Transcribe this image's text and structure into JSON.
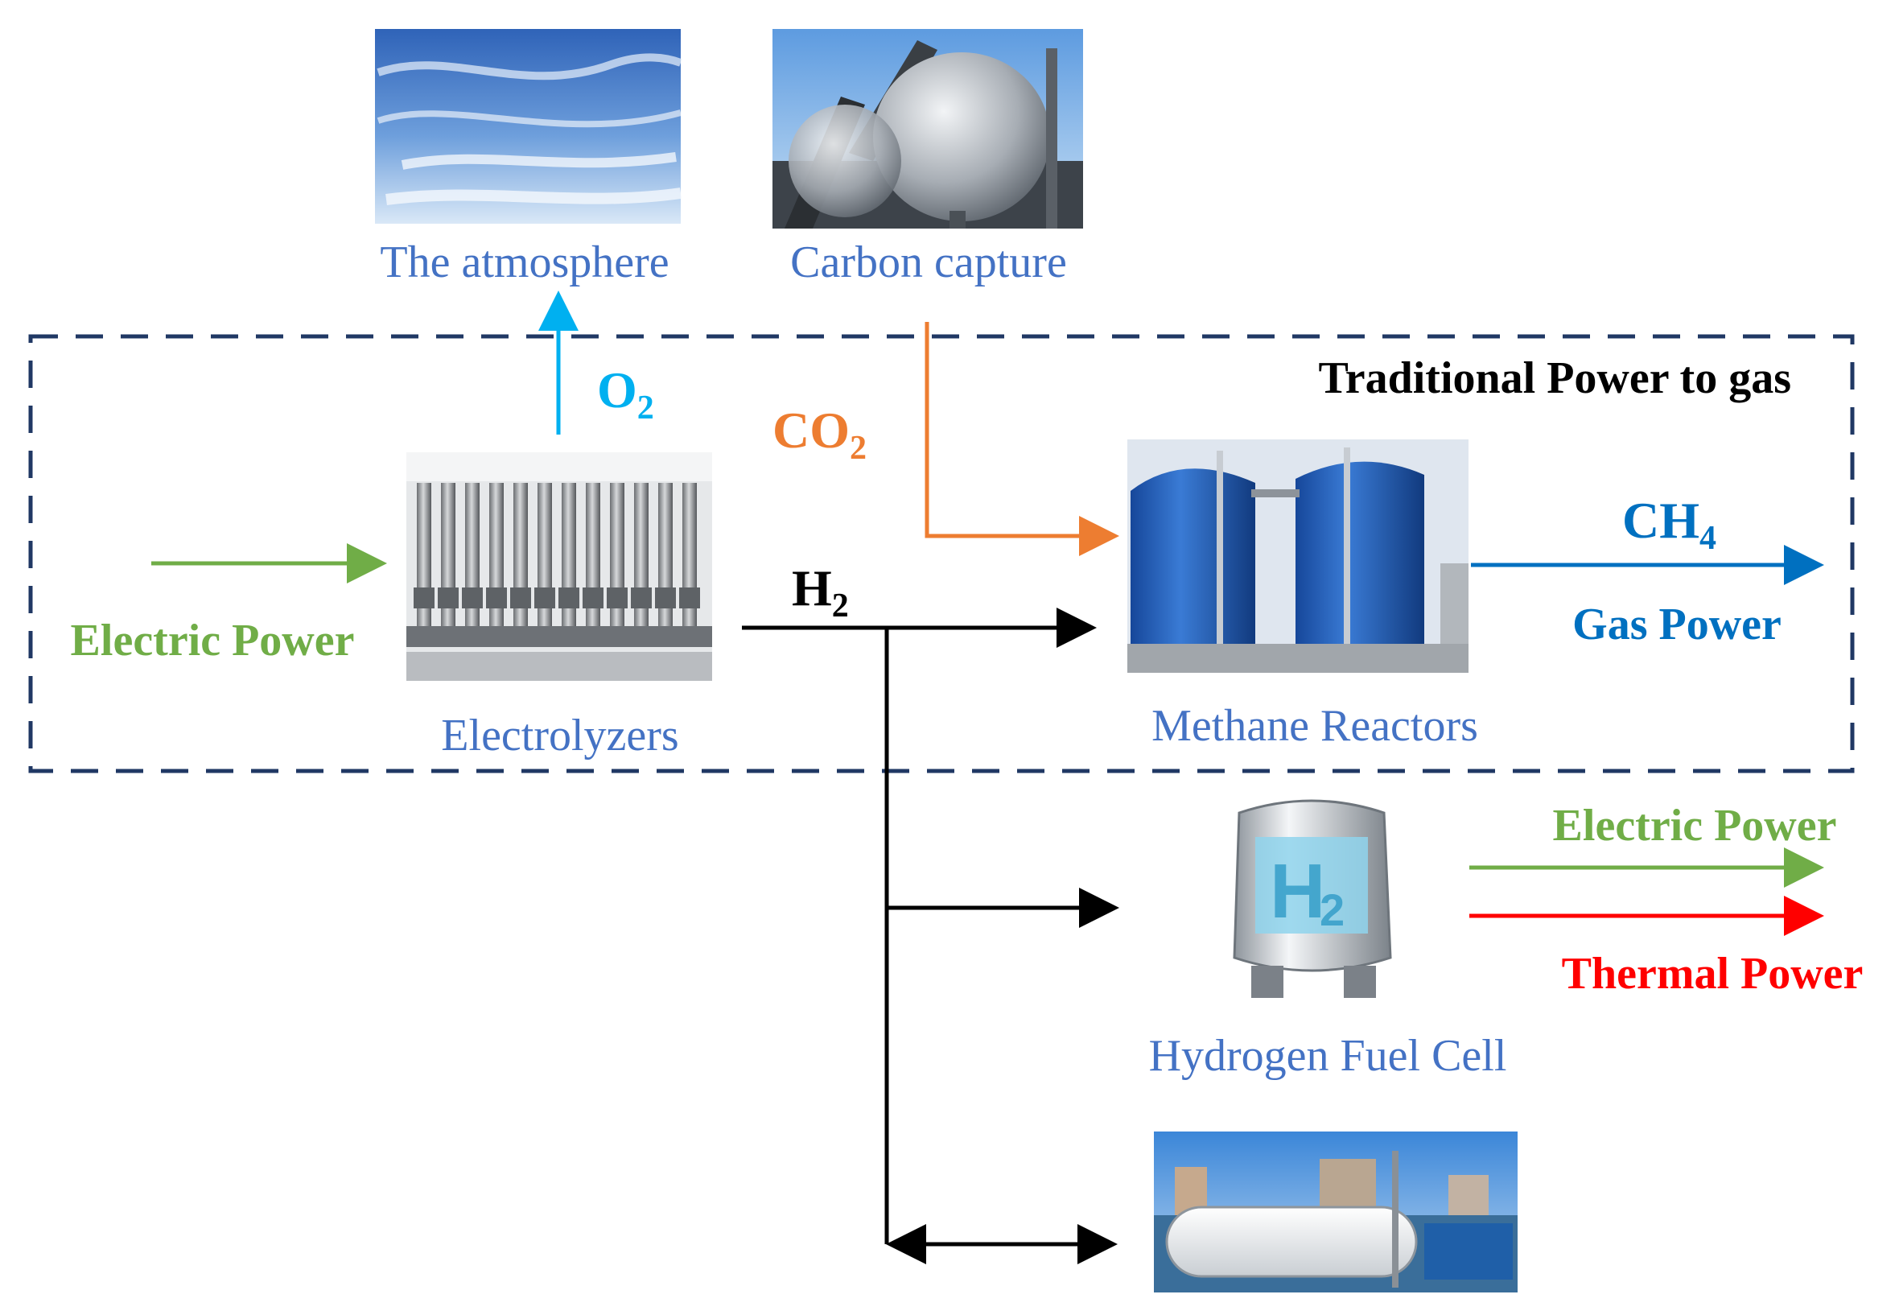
{
  "colors": {
    "blue_text": "#4472c4",
    "green": "#70ad47",
    "orange": "#ed7d31",
    "red": "#ff0000",
    "o2_cyan": "#00b0f0",
    "ch4_blue": "#0070c0",
    "navy": "#203864",
    "black": "#000000"
  },
  "nodes": {
    "atmosphere": {
      "label": "The atmosphere",
      "icon": "sky-photo"
    },
    "carbon_capture": {
      "label": "Carbon capture",
      "icon": "spherical-tank-photo"
    },
    "electrolyzers": {
      "label": "Electrolyzers",
      "icon": "electrolyzer-photo"
    },
    "methane_reactors": {
      "label": "Methane Reactors",
      "icon": "blue-silo-photo"
    },
    "fuel_cell": {
      "label": "Hydrogen Fuel Cell",
      "icon": "fuel-cell-photo"
    },
    "storage": {
      "icon": "hydrogen-storage-tank-photo"
    }
  },
  "group": {
    "label": "Traditional Power to gas"
  },
  "flows": {
    "input_power": {
      "label": "Electric Power"
    },
    "o2": {
      "base": "O",
      "sub": "2"
    },
    "co2": {
      "base": "CO",
      "sub": "2"
    },
    "h2": {
      "base": "H",
      "sub": "2"
    },
    "ch4": {
      "base": "CH",
      "sub": "4"
    },
    "gas_power": {
      "label": "Gas Power"
    },
    "fc_electric": {
      "label": "Electric Power"
    },
    "fc_thermal": {
      "label": "Thermal Power"
    }
  }
}
